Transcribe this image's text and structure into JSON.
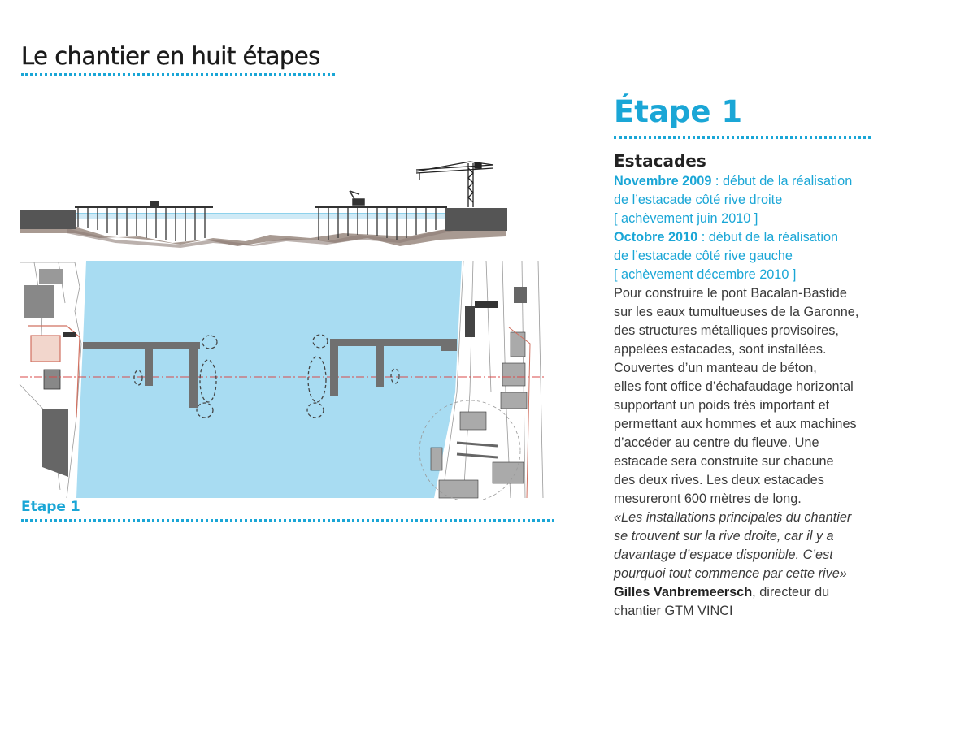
{
  "page": {
    "title": "Le chantier en huit étapes"
  },
  "figure": {
    "caption": "Etape 1"
  },
  "panel": {
    "step_title": "Étape 1",
    "subtitle": "Estacades",
    "milestones": [
      {
        "date": "Novembre 2009",
        "line1": " : début de la réalisation",
        "line2": "de l’estacade côté rive droite",
        "completion": "[ achèvement juin 2010 ]"
      },
      {
        "date": "Octobre 2010",
        "line1": " : début de la réalisation",
        "line2": "de l’estacade côté rive gauche",
        "completion": "[ achèvement décembre 2010 ]"
      }
    ],
    "paragraph": [
      "Pour construire le pont Bacalan-Bastide",
      "sur les eaux tumultueuses de la Garonne,",
      "des structures métalliques provisoires,",
      "appelées estacades, sont installées.",
      "Couvertes d’un manteau de béton,",
      "elles font office d’échafaudage horizontal",
      "supportant un poids très important et",
      "permettant aux hommes et aux machines",
      "d’accéder au centre du fleuve. Une",
      "estacade sera construite sur chacune",
      "des deux rives. Les deux estacades",
      "mesureront 600 mètres de long."
    ],
    "quote": [
      "«Les installations principales du chantier",
      "se trouvent sur la rive droite, car il y a",
      "davantage d’espace disponible. C’est",
      "pourquoi tout commence par cette rive»"
    ],
    "author_name": "Gilles Vanbremeersch",
    "author_role_1": ", directeur du",
    "author_role_2": "chantier GTM VINCI"
  },
  "colors": {
    "accent": "#1aa6d6",
    "water": "#a8dcf2",
    "structure": "#707070",
    "axis": "#d94a4a"
  }
}
